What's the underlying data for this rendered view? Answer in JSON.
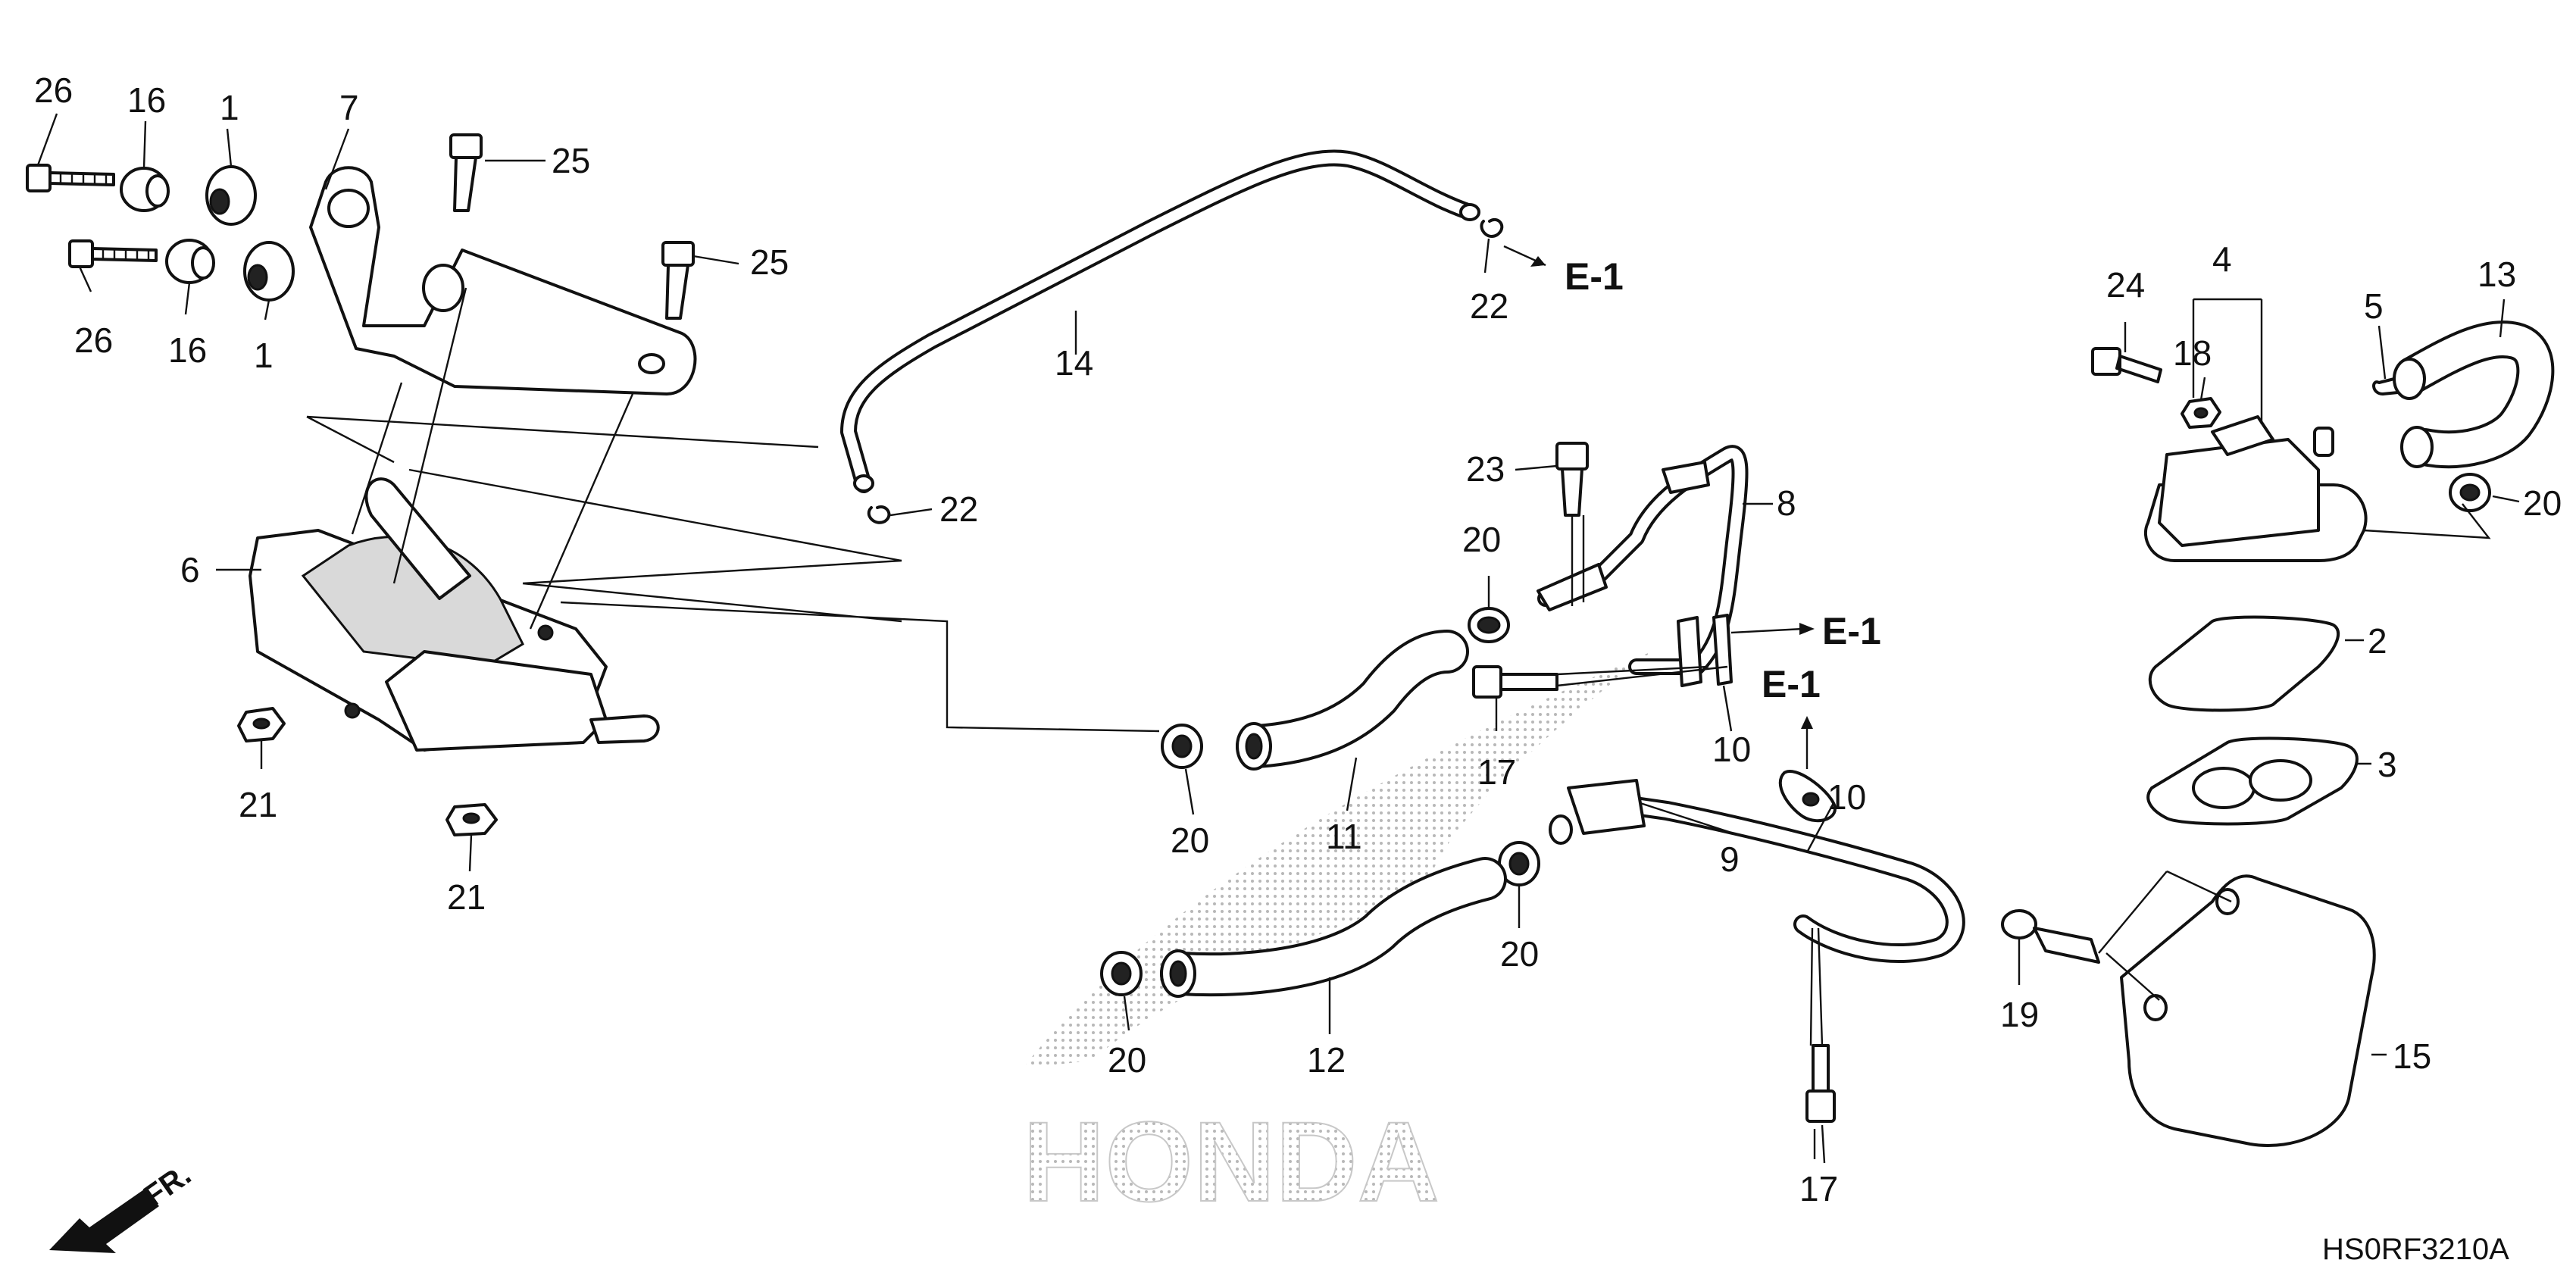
{
  "callouts": {
    "c26a": "26",
    "c16a": "16",
    "c1a": "1",
    "c7": "7",
    "c25a": "25",
    "c26b": "26",
    "c16b": "16",
    "c1b": "1",
    "c25b": "25",
    "c6": "6",
    "c21a": "21",
    "c21b": "21",
    "c14": "14",
    "c22a": "22",
    "c22b": "22",
    "c23": "23",
    "c8": "8",
    "c20a": "20",
    "c17a": "17",
    "c10a": "10",
    "c10b": "10",
    "c20b": "20",
    "c11": "11",
    "c9": "9",
    "c20c": "20",
    "c12": "12",
    "c20d": "20",
    "c17b": "17",
    "c24": "24",
    "c4": "4",
    "c18": "18",
    "c5": "5",
    "c13": "13",
    "c20e": "20",
    "c2": "2",
    "c3": "3",
    "c19": "19",
    "c15": "15"
  },
  "references": {
    "e1_top": "E-1",
    "e1_mid": "E-1",
    "e1_lower": "E-1"
  },
  "orientation_label": "FR.",
  "watermark": "HONDA",
  "diagram_code": "HS0RF3210A"
}
